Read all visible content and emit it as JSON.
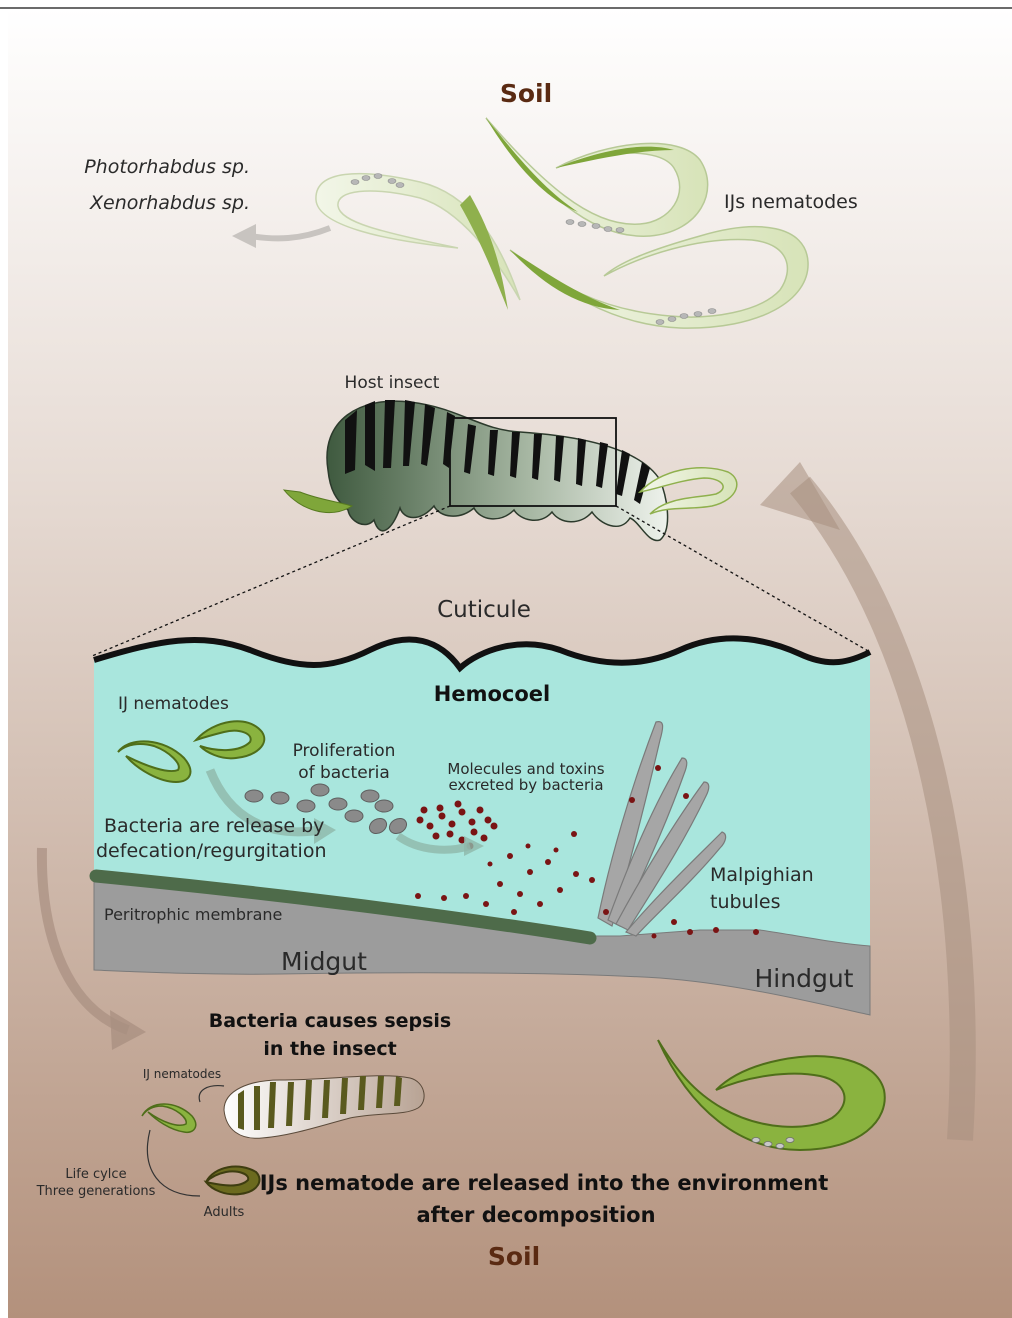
{
  "labels": {
    "soil_top": "Soil",
    "bacteria_1": "Photorhabdus sp.",
    "bacteria_2": "Xenorhabdus sp.",
    "ijs_nematodes": "IJs nematodes",
    "host_insect": "Host insect",
    "cuticule": "Cuticule",
    "hemocoel": "Hemocoel",
    "ij_nematodes": "IJ nematodes",
    "proliferation_line1": "Proliferation",
    "proliferation_line2": "of bacteria",
    "molecules_line1": "Molecules and toxins",
    "molecules_line2": "excreted by bacteria",
    "release_line1": "Bacteria are release by",
    "release_line2": "defecation/regurgitation",
    "peritrophic": "Peritrophic membrane",
    "malpighian_line1": "Malpighian",
    "malpighian_line2": "tubules",
    "midgut": "Midgut",
    "hindgut": "Hindgut",
    "sepsis_line1": "Bacteria causes sepsis",
    "sepsis_line2": "in the insect",
    "ij_nematodes_small": "IJ nematodes",
    "life_cycle_line1": "Life cylce",
    "life_cycle_line2": "Three generations",
    "adults": "Adults",
    "released_line1": "IJs nematode are released into the environment",
    "released_line2": "after decomposition",
    "soil_bottom": "Soil"
  },
  "colors": {
    "soil_text": "#5a2a12",
    "nematode_green": "#7fa63a",
    "hemocoel_fill": "#a9e6dd",
    "gut_gray": "#9c9c9c",
    "membrane_green": "#4e6b4a",
    "toxin_red": "#7a1414"
  }
}
